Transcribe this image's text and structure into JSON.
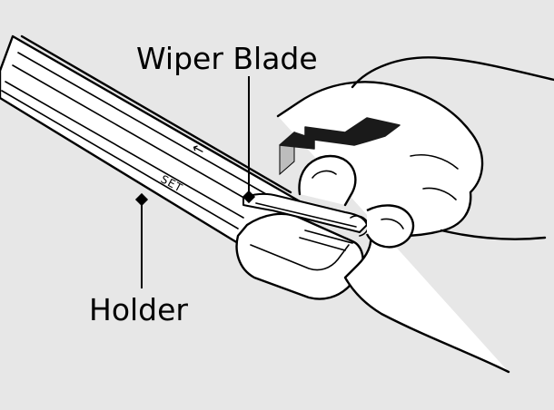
{
  "figure": {
    "labels": {
      "wiper_blade": "Wiper Blade",
      "holder": "Holder",
      "set_marking": "SET",
      "arrow_marking": "←"
    },
    "colors": {
      "background": "#e7e7e7",
      "parts_fill": "#ffffff",
      "line": "#000000",
      "direction_arrow": "#1a1a1a"
    },
    "icons": {
      "direction_arrow": "double-headed-arrow-icon",
      "hand": "hand-illustration"
    }
  }
}
